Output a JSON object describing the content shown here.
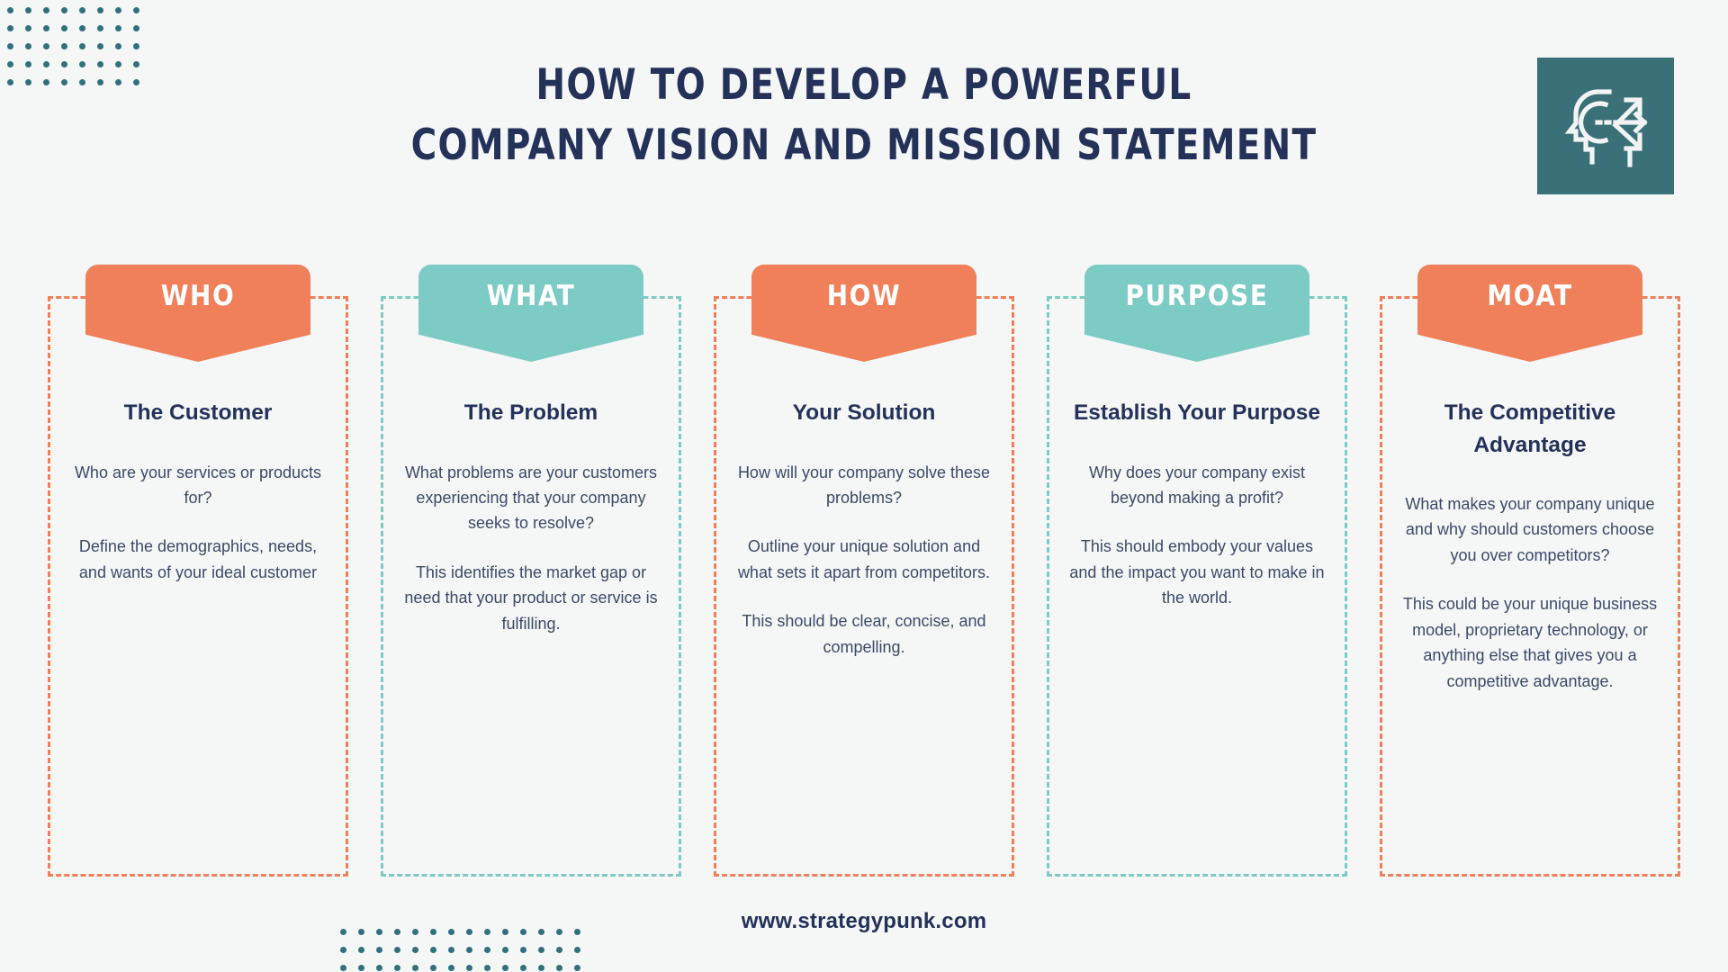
{
  "header": {
    "title_line1": "HOW TO DEVELOP A POWERFUL",
    "title_line2": "COMPANY VISION AND MISSION STATEMENT",
    "logo_icon": "head-strategy-arrows-icon"
  },
  "theme": {
    "background": "#f5f6f6",
    "navy": "#24325a",
    "orange": "#f0805a",
    "teal": "#7ccbc4",
    "logo_teal": "#3a7078",
    "dot_teal": "#31707e"
  },
  "decor": {
    "dots_top_left": {
      "columns": 8,
      "rows": 5
    },
    "dots_bottom_center": {
      "columns": 14,
      "rows": 3
    }
  },
  "cards": [
    {
      "label": "WHO",
      "accent": "orange",
      "heading": "The Customer",
      "paragraphs": [
        "Who are your services or products for?",
        "Define the demographics, needs, and wants of your ideal customer"
      ]
    },
    {
      "label": "WHAT",
      "accent": "teal",
      "heading": "The Problem",
      "paragraphs": [
        "What problems are your customers experiencing that your company seeks to resolve?",
        "This identifies the market gap or need that your product or service is fulfilling."
      ]
    },
    {
      "label": "HOW",
      "accent": "orange",
      "heading": "Your Solution",
      "paragraphs": [
        "How will your company solve these problems?",
        "Outline your unique solution and what sets it apart from competitors.",
        "This should be clear, concise, and compelling."
      ]
    },
    {
      "label": "PURPOSE",
      "accent": "teal",
      "heading": "Establish Your Purpose",
      "paragraphs": [
        "Why does your company exist beyond making a profit?",
        "This should embody your values and the impact you want to make in the world."
      ]
    },
    {
      "label": "MOAT",
      "accent": "orange",
      "heading": "The Competitive Advantage",
      "paragraphs": [
        "What makes your company unique and why should customers choose you over competitors?",
        "This could be your unique business model, proprietary technology, or anything else that gives you a competitive advantage."
      ]
    }
  ],
  "footer": {
    "url": "www.strategypunk.com"
  }
}
